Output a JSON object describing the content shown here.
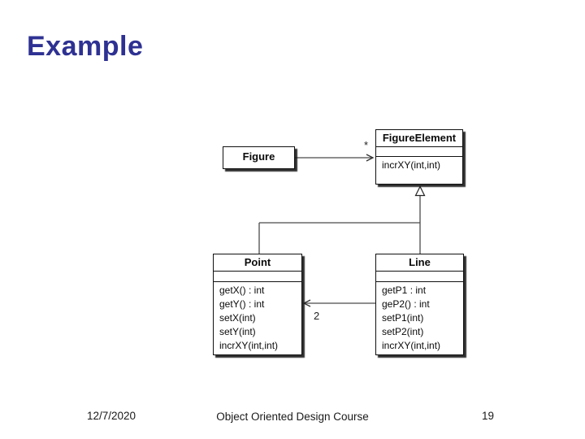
{
  "slide": {
    "title": "Example",
    "footer": {
      "date": "12/7/2020",
      "course": "Object Oriented Design Course",
      "page": "19"
    }
  },
  "colors": {
    "title": "#2E3192",
    "box-border": "#111111",
    "connector": "#4a4a4a"
  },
  "diagram": {
    "type": "uml-class-diagram",
    "classes": {
      "figure": {
        "name": "Figure"
      },
      "figure_element": {
        "name": "FigureElement",
        "attributes": [],
        "operations": [
          "incrXY(int,int)"
        ]
      },
      "point": {
        "name": "Point",
        "attributes": [],
        "operations": [
          "getX() : int",
          "getY() : int",
          "setX(int)",
          "setY(int)",
          "incrXY(int,int)"
        ]
      },
      "line": {
        "name": "Line",
        "attributes": [],
        "operations": [
          "getP1 : int",
          "geP2() : int",
          "setP1(int)",
          "setP2(int)",
          "incrXY(int,int)"
        ]
      }
    },
    "associations": {
      "figure_to_figure_element": {
        "from": "Figure",
        "to": "FigureElement",
        "multiplicity": "*"
      },
      "line_to_point": {
        "from": "Line",
        "to": "Point",
        "multiplicity": "2"
      }
    },
    "generalizations": [
      {
        "from": "Point",
        "to": "FigureElement"
      },
      {
        "from": "Line",
        "to": "FigureElement"
      }
    ]
  }
}
